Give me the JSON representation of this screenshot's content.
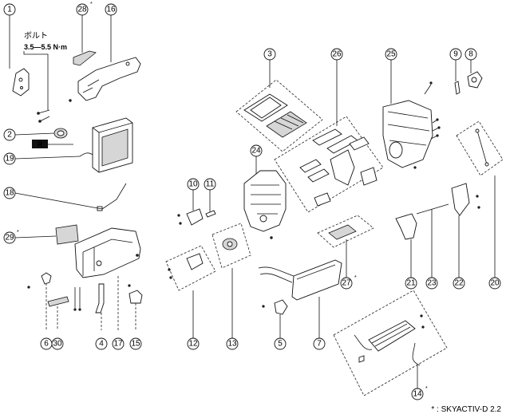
{
  "callouts": [
    {
      "id": "c1",
      "label": "1"
    },
    {
      "id": "c28",
      "label": "28",
      "star": "*"
    },
    {
      "id": "c16",
      "label": "16"
    },
    {
      "id": "c2",
      "label": "2"
    },
    {
      "id": "c19",
      "label": "19"
    },
    {
      "id": "c18",
      "label": "18"
    },
    {
      "id": "c29",
      "label": "29",
      "star": "*"
    },
    {
      "id": "c6",
      "label": "6"
    },
    {
      "id": "c30",
      "label": "30"
    },
    {
      "id": "c4",
      "label": "4"
    },
    {
      "id": "c17",
      "label": "17"
    },
    {
      "id": "c15",
      "label": "15"
    },
    {
      "id": "c3",
      "label": "3"
    },
    {
      "id": "c26",
      "label": "26"
    },
    {
      "id": "c25",
      "label": "25"
    },
    {
      "id": "c9",
      "label": "9"
    },
    {
      "id": "c8",
      "label": "8"
    },
    {
      "id": "c24",
      "label": "24"
    },
    {
      "id": "c10",
      "label": "10"
    },
    {
      "id": "c11",
      "label": "11"
    },
    {
      "id": "c12",
      "label": "12"
    },
    {
      "id": "c13",
      "label": "13"
    },
    {
      "id": "c5",
      "label": "5"
    },
    {
      "id": "c7",
      "label": "7"
    },
    {
      "id": "c27",
      "label": "27",
      "star": "*"
    },
    {
      "id": "c21",
      "label": "21"
    },
    {
      "id": "c23",
      "label": "23"
    },
    {
      "id": "c22",
      "label": "22"
    },
    {
      "id": "c20",
      "label": "20"
    },
    {
      "id": "c14",
      "label": "14",
      "star": "*"
    }
  ],
  "bolt_label": "ボルト",
  "torque_spec": "3.5—5.5 N·m",
  "r_badge": "R",
  "footnote": "* : SKYACTIV-D 2.2"
}
